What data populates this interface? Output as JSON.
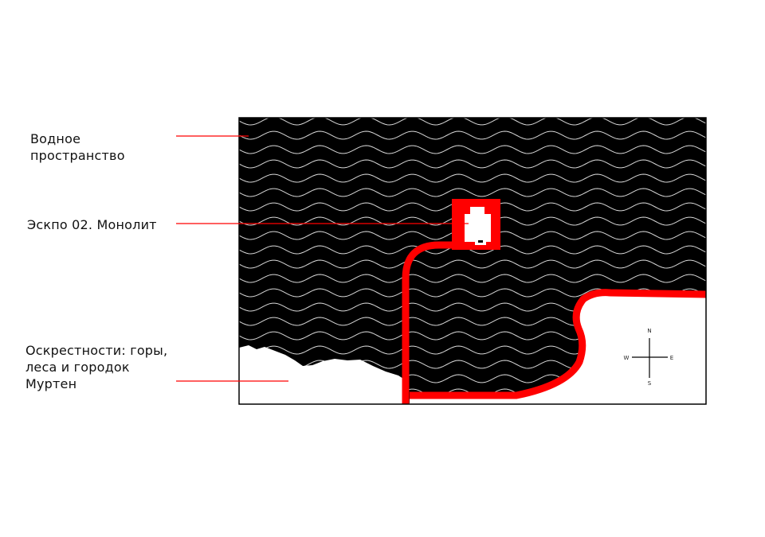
{
  "labels": {
    "water": "Водное\nпространство",
    "monolith": "Эскпо 02. Монолит",
    "surroundings": "Оскрестности: горы,\nлеса и городок\nМуртен"
  },
  "compass": {
    "n": "N",
    "e": "E",
    "s": "S",
    "w": "W"
  },
  "colors": {
    "water": "#000000",
    "wave": "#d9d9d9",
    "path": "#ff0000",
    "land": "#ffffff",
    "leader": "#ff0000"
  }
}
